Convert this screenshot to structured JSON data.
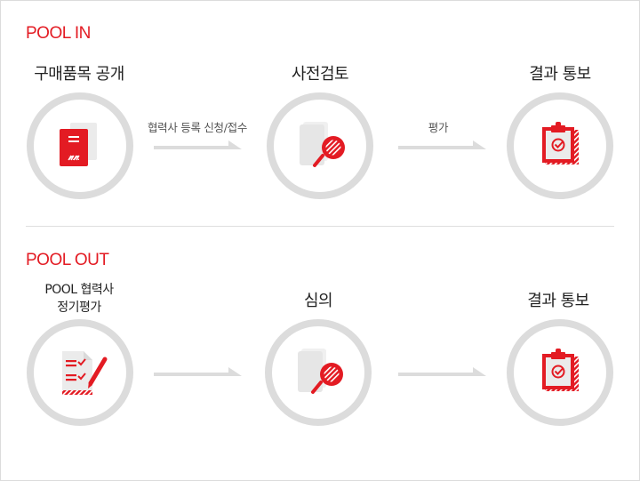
{
  "colors": {
    "accent": "#e31b23",
    "circle": "#dcdcdc",
    "paper": "#ebebeb",
    "arrow": "#dcdcdc"
  },
  "pool_in": {
    "title": "POOL IN",
    "steps": [
      {
        "label": "구매품목 공개",
        "icon": "red-document-icon"
      },
      {
        "label": "사전검토",
        "icon": "document-magnifier-icon"
      },
      {
        "label": "결과 통보",
        "icon": "clipboard-check-icon"
      }
    ],
    "arrows": [
      {
        "label": "협력사 등록 신청/접수"
      },
      {
        "label": "평가"
      }
    ]
  },
  "pool_out": {
    "title": "POOL OUT",
    "steps": [
      {
        "label_line1": "POOL 협력사",
        "label_line2": "정기평가",
        "icon": "checklist-pen-icon"
      },
      {
        "label": "심의",
        "icon": "document-magnifier-icon"
      },
      {
        "label": "결과 통보",
        "icon": "clipboard-check-icon"
      }
    ],
    "arrows": [
      {
        "label": ""
      },
      {
        "label": ""
      }
    ]
  }
}
